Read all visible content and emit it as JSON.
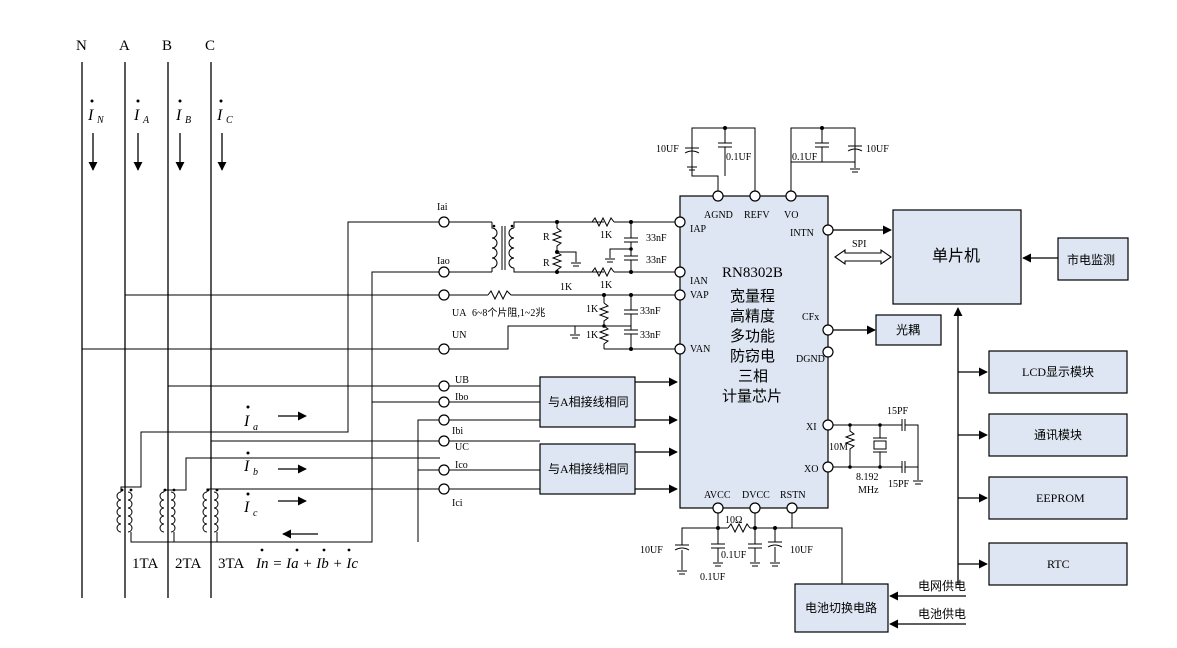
{
  "phases": [
    "N",
    "A",
    "B",
    "C"
  ],
  "ct_labels": [
    "1TA",
    "2TA",
    "3TA"
  ],
  "currents": {
    "in": "I",
    "ia": "I",
    "ib": "I",
    "ic": "I",
    "ia_sec": "I",
    "ib_sec": "I",
    "ic_sec": "I",
    "sum_equation": "In = Ia + Ib + Ic"
  },
  "terminals": {
    "iai": "Iai",
    "iao": "Iao",
    "ua": "UA",
    "un": "UN",
    "ub": "UB",
    "ibo": "Ibo",
    "ibi": "Ibi",
    "uc": "UC",
    "ico": "Ico",
    "ici": "Ici"
  },
  "components": {
    "r_label": "R",
    "r1k": "1K",
    "c33": "33nF",
    "c10uf": "10UF",
    "c01uf": "0.1UF",
    "c15pf": "15PF",
    "r10m": "10M",
    "crystal_freq": "8.192",
    "crystal_unit": "MHz",
    "r10ohm": "10Ω",
    "divider_note": "6~8个片阻,1~2兆"
  },
  "chip": {
    "part": "RN8302B",
    "desc": [
      "宽量程",
      "高精度",
      "多功能",
      "防窃电",
      "三相",
      "计量芯片"
    ],
    "pins": {
      "iap": "IAP",
      "ian": "IAN",
      "vap": "VAP",
      "van": "VAN",
      "agnd": "AGND",
      "refv": "REFV",
      "vo": "VO",
      "intn": "INTN",
      "cfx": "CFx",
      "dgnd": "DGND",
      "xi": "XI",
      "xo": "XO",
      "avcc": "AVCC",
      "dvcc": "DVCC",
      "rstn": "RSTN"
    }
  },
  "blocks": {
    "mcu": "单片机",
    "mains_monitor": "市电监测",
    "spi": "SPI",
    "optocoupler": "光耦",
    "lcd": "LCD显示模块",
    "comm": "通讯模块",
    "eeprom": "EEPROM",
    "rtc": "RTC",
    "same_as_a": "与A相接线相同",
    "battery_switch": "电池切换电路",
    "grid_power": "电网供电",
    "battery_power": "电池供电"
  }
}
